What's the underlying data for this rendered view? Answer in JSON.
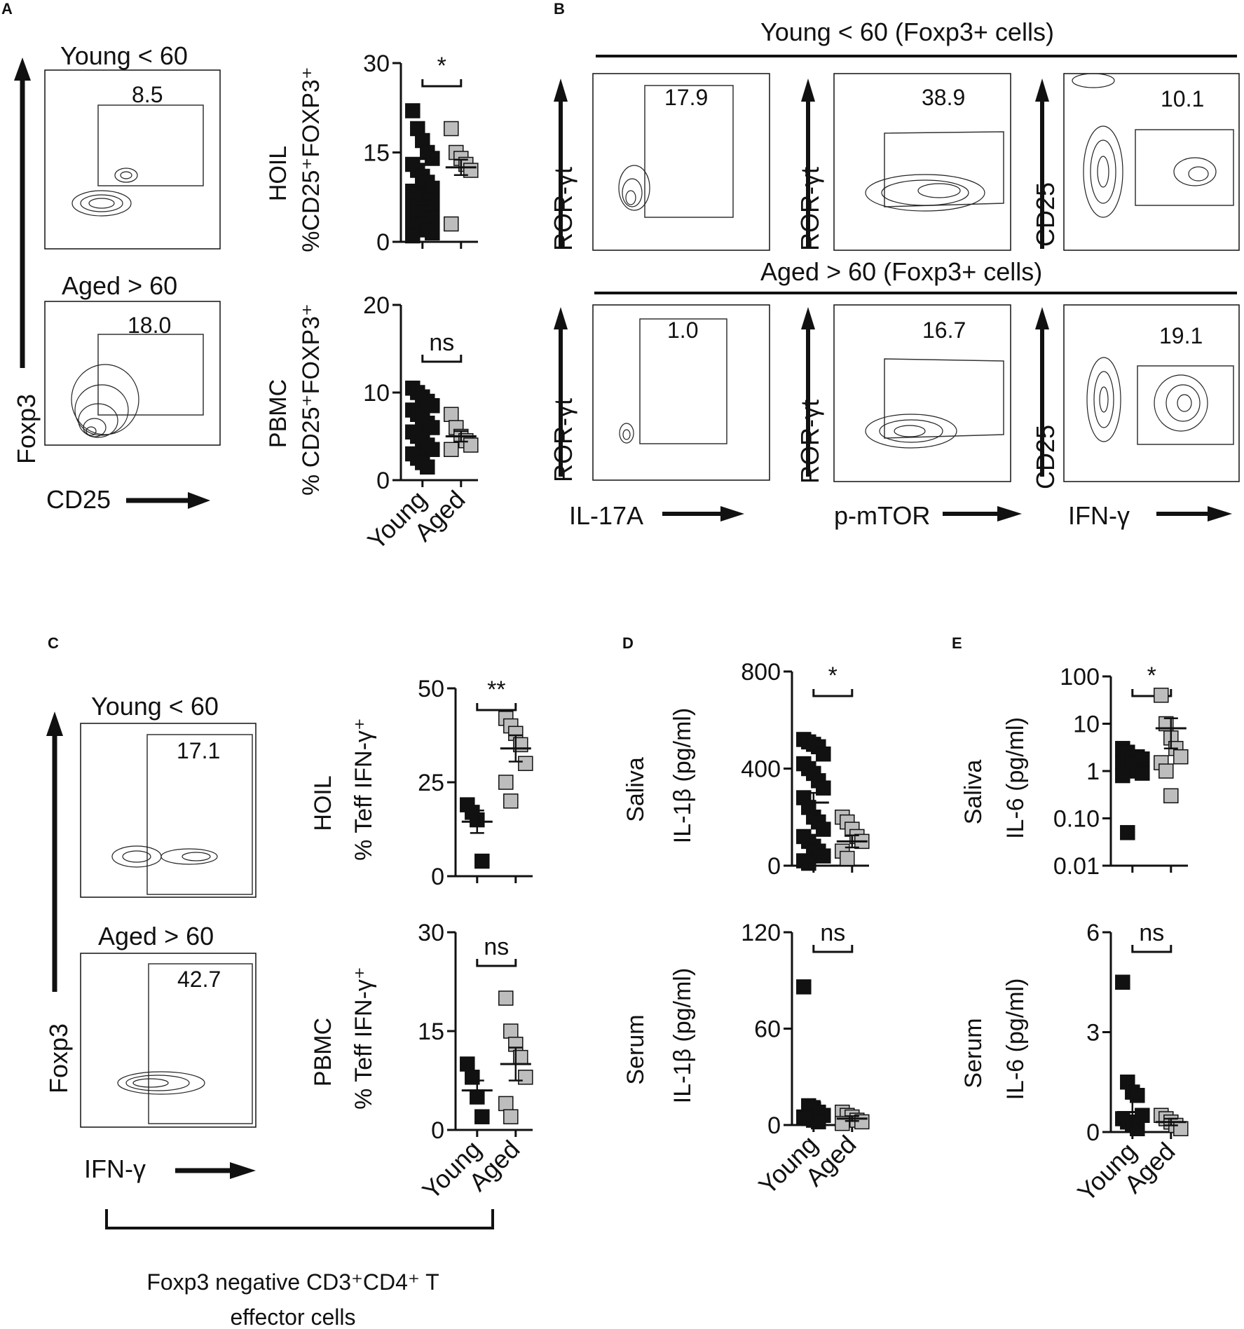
{
  "colors": {
    "young": "#111111",
    "aged": "#bdbdbd",
    "ink": "#111111"
  },
  "panels": {
    "A": {
      "letter": "A",
      "flow_young_title": "Young < 60",
      "flow_aged_title": "Aged > 60",
      "gate_young": "8.5",
      "gate_aged": "18.0",
      "y_marker": "Foxp3",
      "x_marker": "CD25"
    },
    "B": {
      "letter": "B",
      "young_header": "Young < 60 (Foxp3+ cells)",
      "aged_header": "Aged > 60 (Foxp3+ cells)",
      "plots": [
        {
          "y_marker": "ROR-γt",
          "x_marker": "IL-17A",
          "young_gate": "17.9",
          "aged_gate": "1.0"
        },
        {
          "y_marker": "ROR-γt",
          "x_marker": "p-mTOR",
          "young_gate": "38.9",
          "aged_gate": "16.7"
        },
        {
          "y_marker": "CD25",
          "x_marker": "IFN-γ",
          "young_gate": "10.1",
          "aged_gate": "19.1"
        }
      ]
    },
    "C": {
      "letter": "C",
      "flow_young_title": "Young < 60",
      "flow_aged_title": "Aged > 60",
      "gate_young": "17.1",
      "gate_aged": "42.7",
      "y_marker": "Foxp3",
      "x_marker": "IFN-γ",
      "bracket_caption_line1": "Foxp3 negative CD3⁺CD4⁺ T",
      "bracket_caption_line2": "effector cells"
    },
    "D": {
      "letter": "D"
    },
    "E": {
      "letter": "E"
    }
  },
  "chart_data": [
    {
      "id": "A-HOIL",
      "type": "scatter",
      "row_label": "HOIL",
      "ylabel": "%CD25⁺FOXP3⁺",
      "categories": [
        "Young",
        "Aged"
      ],
      "ylim": [
        0,
        30
      ],
      "yticks": [
        "0",
        "15",
        "30"
      ],
      "scale": "linear",
      "significance": "*",
      "young": [
        22,
        19,
        17,
        15,
        14,
        13,
        12,
        11,
        10,
        9,
        8.5,
        8,
        7.5,
        7,
        6.5,
        6,
        5.5,
        5,
        4.5,
        4,
        3.5,
        3,
        2.5,
        2,
        1.5,
        1
      ],
      "aged": [
        19,
        15,
        14,
        13,
        12,
        3
      ],
      "young_mean": 7.9,
      "young_sem": 1.0,
      "aged_mean": 12.5,
      "aged_sem": 1.3
    },
    {
      "id": "A-PBMC",
      "type": "scatter",
      "row_label": "PBMC",
      "ylabel": "% CD25⁺FOXP3⁺",
      "categories": [
        "Young",
        "Aged"
      ],
      "ylim": [
        0,
        20
      ],
      "yticks": [
        "0",
        "10",
        "20"
      ],
      "scale": "linear",
      "significance": "ns",
      "young": [
        10.5,
        10,
        9.5,
        9,
        8.5,
        8,
        7.5,
        7,
        6.5,
        6,
        5.5,
        5,
        4.5,
        4,
        3.5,
        3,
        2.5,
        2,
        1.5
      ],
      "aged": [
        7.5,
        6,
        5,
        4.5,
        4,
        3.5
      ],
      "young_mean": 6.0,
      "young_sem": 0.7,
      "aged_mean": 5.0,
      "aged_sem": 0.6
    },
    {
      "id": "C-HOIL",
      "type": "scatter",
      "row_label": "HOIL",
      "ylabel": "% Teff IFN-γ⁺",
      "categories": [
        "Young",
        "Aged"
      ],
      "ylim": [
        0,
        50
      ],
      "yticks": [
        "0",
        "25",
        "50"
      ],
      "scale": "linear",
      "significance": "**",
      "young": [
        19,
        17,
        15,
        4
      ],
      "aged": [
        42,
        40,
        38,
        35,
        30,
        25,
        20
      ],
      "young_mean": 14.5,
      "young_sem": 3.0,
      "aged_mean": 34,
      "aged_sem": 3.5
    },
    {
      "id": "C-PBMC",
      "type": "scatter",
      "row_label": "PBMC",
      "ylabel": "% Teff IFN-γ⁺",
      "categories": [
        "Young",
        "Aged"
      ],
      "ylim": [
        0,
        30
      ],
      "yticks": [
        "0",
        "15",
        "30"
      ],
      "scale": "linear",
      "significance": "ns",
      "young": [
        10,
        8,
        5,
        2
      ],
      "aged": [
        20,
        15,
        13,
        11,
        8,
        4,
        2
      ],
      "young_mean": 6.0,
      "young_sem": 1.5,
      "aged_mean": 10.0,
      "aged_sem": 2.5
    },
    {
      "id": "D-Saliva",
      "type": "scatter",
      "row_label": "Saliva",
      "ylabel": "IL-1β (pg/ml)",
      "categories": [
        "Young",
        "Aged"
      ],
      "ylim": [
        0,
        800
      ],
      "yticks": [
        "0",
        "400",
        "800"
      ],
      "scale": "linear",
      "significance": "*",
      "young": [
        520,
        510,
        500,
        490,
        460,
        420,
        400,
        380,
        350,
        320,
        280,
        240,
        200,
        180,
        150,
        120,
        100,
        80,
        60,
        40,
        20,
        10
      ],
      "aged": [
        200,
        180,
        150,
        120,
        100,
        60,
        30
      ],
      "young_mean": 260,
      "young_sem": 40,
      "aged_mean": 100,
      "aged_sem": 25
    },
    {
      "id": "D-Serum",
      "type": "scatter",
      "row_label": "Serum",
      "ylabel": "IL-1β (pg/ml)",
      "categories": [
        "Young",
        "Aged"
      ],
      "ylim": [
        0,
        120
      ],
      "yticks": [
        "0",
        "60",
        "120"
      ],
      "scale": "linear",
      "significance": "ns",
      "young": [
        86,
        12,
        10,
        8,
        6,
        5,
        4,
        3,
        2
      ],
      "aged": [
        8,
        6,
        5,
        3,
        2,
        1
      ],
      "young_mean": 8,
      "young_sem": 7,
      "aged_mean": 4,
      "aged_sem": 1.5
    },
    {
      "id": "E-Saliva",
      "type": "scatter",
      "row_label": "Saliva",
      "ylabel": "IL-6 (pg/ml)",
      "categories": [
        "Young",
        "Aged"
      ],
      "ylim": [
        0.01,
        100
      ],
      "yticks": [
        "0.01",
        "0.10",
        "1",
        "10",
        "100"
      ],
      "scale": "log",
      "significance": "*",
      "young": [
        3,
        2.5,
        2,
        2,
        1.8,
        1.5,
        1.5,
        1.2,
        1,
        0.9,
        0.8,
        0.05
      ],
      "aged": [
        40,
        10,
        5,
        3,
        2,
        1.5,
        1,
        0.3
      ],
      "young_mean": 1.5,
      "young_sem": 0.3,
      "aged_mean": 8,
      "aged_sem": 5
    },
    {
      "id": "E-Serum",
      "type": "scatter",
      "row_label": "Serum",
      "ylabel": "IL-6 (pg/ml)",
      "categories": [
        "Young",
        "Aged"
      ],
      "ylim": [
        0,
        6
      ],
      "yticks": [
        "0",
        "3",
        "6"
      ],
      "scale": "linear",
      "significance": "ns",
      "young": [
        4.5,
        1.5,
        1.2,
        1.1,
        0.5,
        0.4,
        0.3,
        0.2,
        0.1
      ],
      "aged": [
        0.5,
        0.4,
        0.3,
        0.2,
        0.1
      ],
      "young_mean": 0.6,
      "young_sem": 0.4,
      "aged_mean": 0.3,
      "aged_sem": 0.1
    }
  ]
}
